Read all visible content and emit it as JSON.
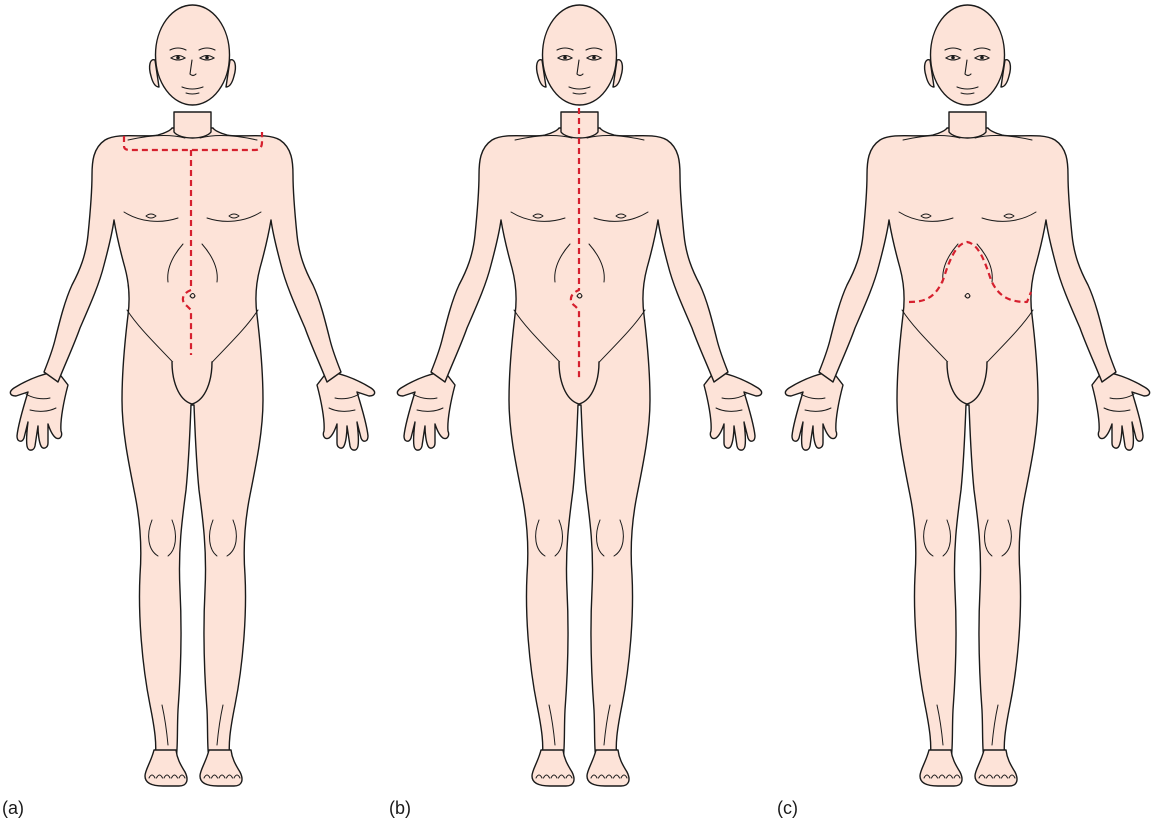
{
  "colors": {
    "skin": "#fde3d8",
    "outline": "#1a1a1a",
    "incision": "#d6202e",
    "background": "#ffffff"
  },
  "panels": [
    {
      "label": "(a)",
      "incision": "median-sternotomy-with-clavicular-extension"
    },
    {
      "label": "(b)",
      "incision": "median-sternotomy-laparotomy"
    },
    {
      "label": "(c)",
      "incision": "bilateral-subcostal-chevron"
    }
  ]
}
